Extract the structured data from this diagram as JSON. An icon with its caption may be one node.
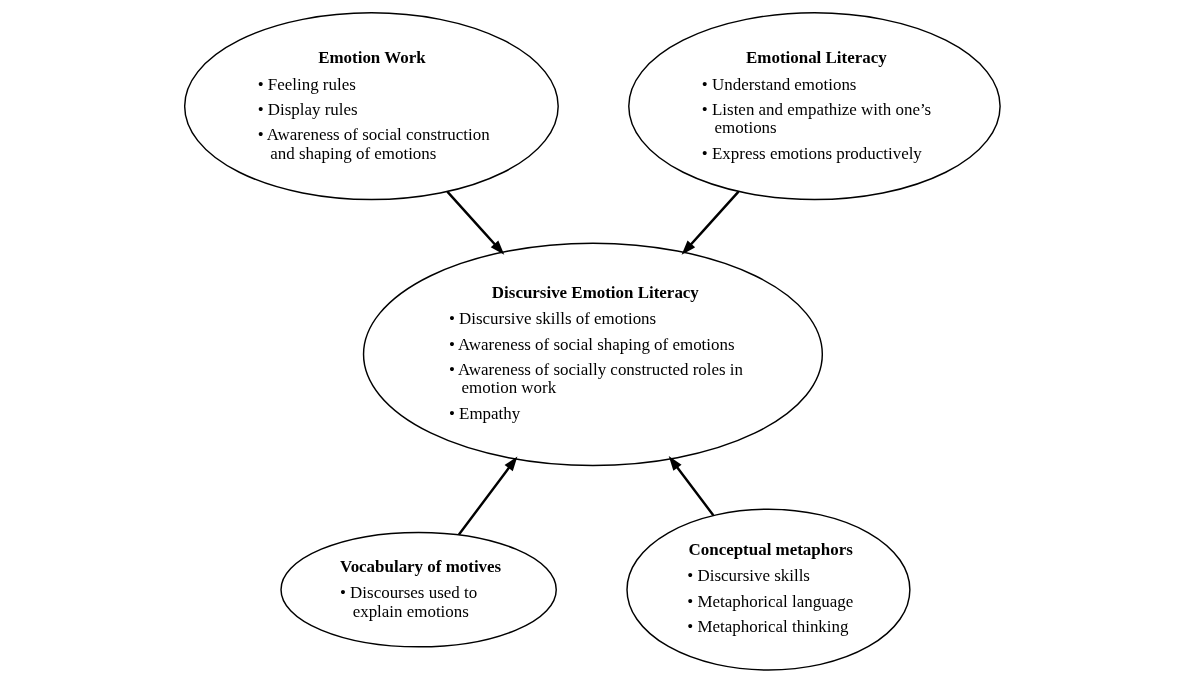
{
  "diagram": {
    "nodes": [
      {
        "text": [
          "Emotion Work",
          "• Feeling rules",
          "• Display rules",
          "• Awareness of social construction and shaping of emotions"
        ]
      },
      {
        "text": [
          "Emotional Literacy",
          "• Understand emotions",
          "• Listen and empathize with one’s emotions",
          "• Express emotions productively"
        ]
      },
      {
        "text": [
          "Discursive Emotion Literacy",
          "• Discursive skills of emotions",
          "• Awareness of social shaping of emotions",
          "• Awareness of socially constructed roles in emotion work",
          "• Empathy"
        ]
      },
      {
        "text": [
          "Vocabulary of motives",
          "• Discourses used to explain emotions"
        ]
      },
      {
        "text": [
          "Conceptual metaphors",
          "• Discursive skills",
          "• Metaphorical language",
          "• Metaphorical thinking"
        ]
      }
    ],
    "edges": [
      {
        "from": 0,
        "to": 2,
        "arrow": "to"
      },
      {
        "from": 1,
        "to": 2,
        "arrow": "to"
      },
      {
        "from": 3,
        "to": 2,
        "arrow": "to"
      },
      {
        "from": 4,
        "to": 2,
        "arrow": "to"
      }
    ]
  }
}
